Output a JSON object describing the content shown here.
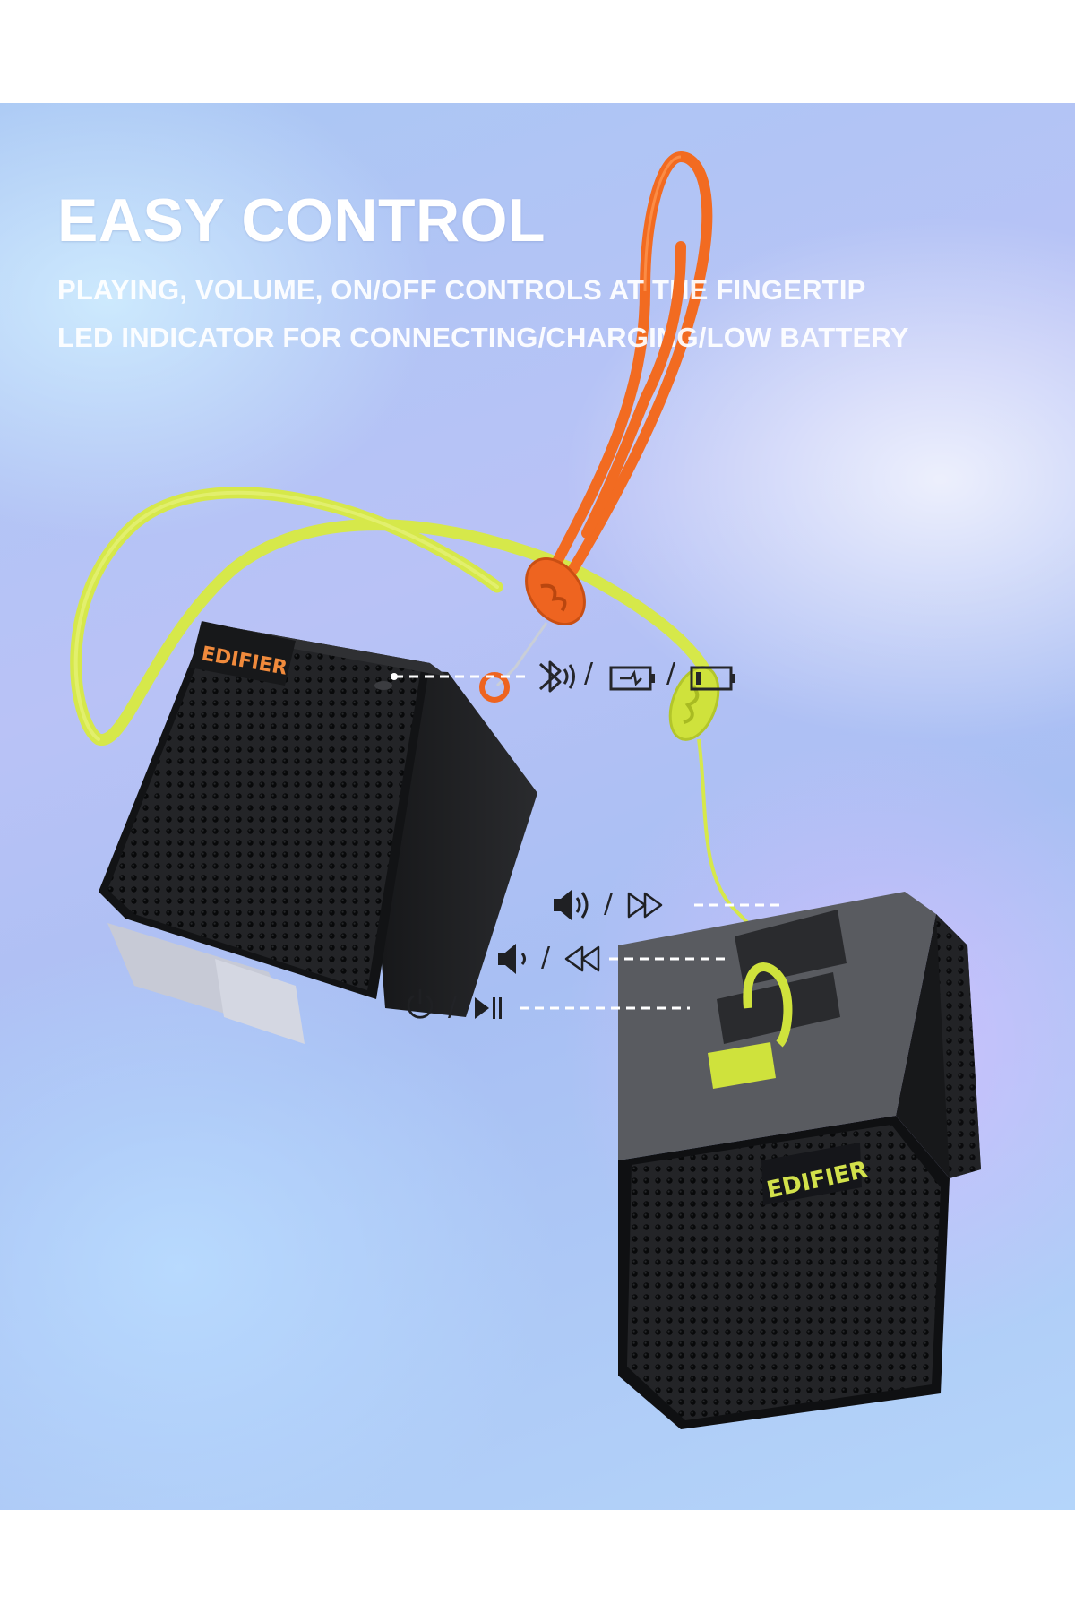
{
  "headline": "EASY CONTROL",
  "subheadline_lines": [
    "PLAYING, VOLUME, ON/OFF CONTROLS AT THE FINGERTIP",
    "LED INDICATOR FOR CONNECTING/CHARGING/LOW BATTERY"
  ],
  "brand_marks": [
    "EDIFIER",
    "EDIFIER"
  ],
  "callouts": {
    "led": {
      "icons": [
        "bluetooth-icon",
        "charging-battery-icon",
        "low-battery-icon"
      ],
      "separator": "/"
    },
    "volume_up": {
      "icons": [
        "volume-up-icon",
        "next-track-icon"
      ],
      "separator": "/"
    },
    "volume_down": {
      "icons": [
        "volume-down-icon",
        "previous-track-icon"
      ],
      "separator": "/"
    },
    "power": {
      "icons": [
        "power-icon",
        "play-pause-icon"
      ],
      "separator": "/"
    }
  },
  "colors": {
    "speaker_body": "#1d1e20",
    "orange_accent": "#f26b21",
    "lime_accent": "#d6e84a",
    "text": "#ffffff"
  }
}
